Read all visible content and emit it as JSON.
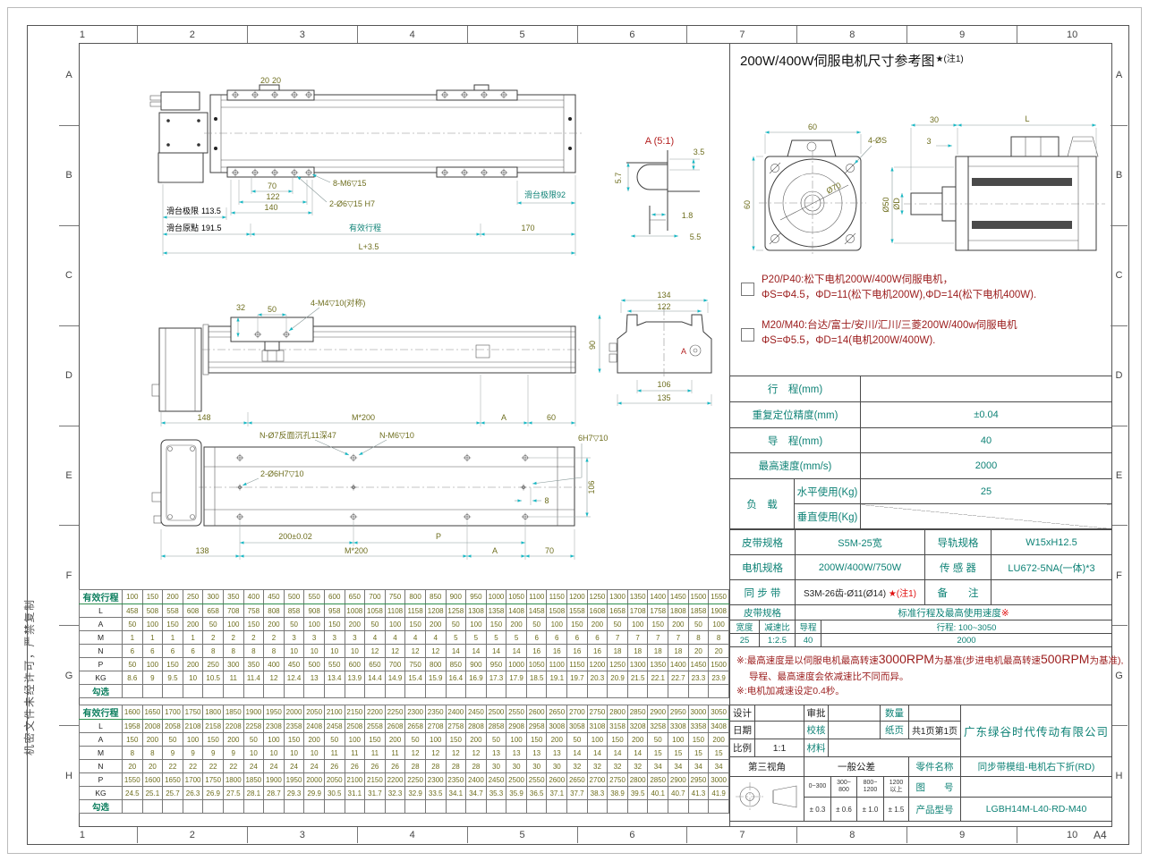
{
  "sheet": {
    "paper": "A4",
    "cols": [
      "1",
      "2",
      "3",
      "4",
      "5",
      "6",
      "7",
      "8",
      "9",
      "10"
    ],
    "rows": [
      "A",
      "B",
      "C",
      "D",
      "E",
      "F",
      "G",
      "H"
    ],
    "watermark": "机密文件未经许可，严禁复制"
  },
  "views": {
    "side": {
      "d20a": "20",
      "d20b": "20",
      "d70": "70",
      "d122": "122",
      "d140": "140",
      "holes_top": "8-M6▽15",
      "holes_pin": "2-Ø6▽15 H7",
      "limit_l": "滑台极限",
      "limit_l_v": "113.5",
      "origin": "滑台原點",
      "origin_v": "191.5",
      "stroke": "有效行程",
      "limit_r": "滑台极限92",
      "d170": "170",
      "total": "L+3.5"
    },
    "sectionA": {
      "title": "A (5:1)",
      "d35": "3.5",
      "d57": "5.7",
      "d18": "1.8",
      "d55": "5.5"
    },
    "top": {
      "d32": "32",
      "d50": "50",
      "holes": "4-M4▽10(对称)",
      "d148": "148",
      "m200": "M*200",
      "dA": "A",
      "d60": "60"
    },
    "section": {
      "d134": "134",
      "d122": "122",
      "d106": "106",
      "d135": "135",
      "d90": "90",
      "label": "A"
    },
    "bottom": {
      "holes_back": "N-Ø7反面沉孔11深47",
      "holes_m6": "N-M6▽10",
      "holes_pin": "2-Ø6H7▽10",
      "pin_r": "6H7▽10",
      "d106": "106",
      "d8": "8",
      "d200": "200±0.02",
      "dP": "P",
      "m200": "M*200",
      "d138": "138",
      "dA": "A",
      "d70": "70"
    }
  },
  "motor_ref": {
    "title": "200W/400W伺服电机尺寸参考图",
    "star": "★(注1)",
    "d60t": "60",
    "d60l": "60",
    "holes": "4-ØS",
    "pilot": "Ø70",
    "d30": "30",
    "d3": "3",
    "dL": "L",
    "d50": "Ø50",
    "dD": "ØD",
    "notes": [
      {
        "l1": "P20/P40:松下电机200W/400W伺服电机，",
        "l2": "ΦS=Φ4.5，ΦD=11(松下电机200W),ΦD=14(松下电机400W)."
      },
      {
        "l1": "M20/M40:台达/富士/安川/汇川/三菱200W/400w伺服电机",
        "l2": "ΦS=Φ5.5，ΦD=14(电机200W/400W)."
      }
    ]
  },
  "spec": {
    "stroke_label": "行　程(mm)",
    "stroke_value": "",
    "repeat_label": "重复定位精度(mm)",
    "repeat_value": "±0.04",
    "lead_label": "导　程(mm)",
    "lead_value": "40",
    "speed_label": "最高速度(mm/s)",
    "speed_value": "2000",
    "load_label": "负　载",
    "load_h_label": "水平使用(Kg)",
    "load_h_value": "25",
    "load_v_label": "垂直使用(Kg)",
    "load_v_value": "",
    "belt_label": "皮带规格",
    "belt_value": "S5M-25宽",
    "rail_label": "导轨规格",
    "rail_value": "W15xH12.5",
    "motor_label": "电机规格",
    "motor_value": "200W/400W/750W",
    "sensor_label": "传 感 器",
    "sensor_value": "LU672-5NA(一体)*3",
    "timing_label": "同 步 带",
    "timing_value": "S3M-26齿-Ø11(Ø14)",
    "timing_star": "★(注1)",
    "remark_label": "备　　注",
    "remark_value": ""
  },
  "speed_table": {
    "h1": "皮带规格",
    "h2": "标准行程及最高使用速度",
    "h2_mark": "※",
    "c1": "宽度",
    "c2": "减速比",
    "c3": "导程",
    "c4": "行程: 100~3050",
    "v1": "25",
    "v2": "1:2.5",
    "v3": "40",
    "v4": "2000"
  },
  "notes": {
    "n1a": "※:最高速度是以伺服电机最高转速",
    "n1b": "3000RPM",
    "n1c": "为基准(步进电机最高转速",
    "n1d": "500RPM",
    "n1e": "为基准),",
    "n2": "导程、最高速度会依减速比不同而异。",
    "n3": "※:电机加减速设定0.4秒。"
  },
  "titleblock": {
    "design": "设计",
    "approve": "审批",
    "qty": "数量",
    "date": "日期",
    "check": "校核",
    "pages": "纸页",
    "pages_value": "共1页第1页",
    "scale": "比例",
    "scale_value": "1:1",
    "material": "材料",
    "company": "广东绿谷时代传动有限公司",
    "angle": "第三视角",
    "tolerance": "一般公差",
    "part_label": "零件名称",
    "part_value": "同步带模组-电机右下折(RD)",
    "drawing_label": "图　　号",
    "drawing_value": "",
    "model_label": "产品型号",
    "model_value": "LGBH14M-L40-RD-M40",
    "tols": [
      {
        "a": "0~300",
        "b": ""
      },
      {
        "a": "300~",
        "b": "800"
      },
      {
        "a": "800~",
        "b": "1200"
      },
      {
        "a": "1200",
        "b": "以上"
      }
    ],
    "vals": [
      "± 0.3",
      "± 0.6",
      "± 1.0",
      "± 1.5"
    ]
  },
  "stroke_tables": [
    {
      "label": "有效行程",
      "check_label": "勾选",
      "strokes": [
        "100",
        "150",
        "200",
        "250",
        "300",
        "350",
        "400",
        "450",
        "500",
        "550",
        "600",
        "650",
        "700",
        "750",
        "800",
        "850",
        "900",
        "950",
        "1000",
        "1050",
        "1100",
        "1150",
        "1200",
        "1250",
        "1300",
        "1350",
        "1400",
        "1450",
        "1500",
        "1550"
      ],
      "rows": [
        {
          "label": "L",
          "values": [
            "458",
            "508",
            "558",
            "608",
            "658",
            "708",
            "758",
            "808",
            "858",
            "908",
            "958",
            "1008",
            "1058",
            "1108",
            "1158",
            "1208",
            "1258",
            "1308",
            "1358",
            "1408",
            "1458",
            "1508",
            "1558",
            "1608",
            "1658",
            "1708",
            "1758",
            "1808",
            "1858",
            "1908"
          ]
        },
        {
          "label": "A",
          "values": [
            "50",
            "100",
            "150",
            "200",
            "50",
            "100",
            "150",
            "200",
            "50",
            "100",
            "150",
            "200",
            "50",
            "100",
            "150",
            "200",
            "50",
            "100",
            "150",
            "200",
            "50",
            "100",
            "150",
            "200",
            "50",
            "100",
            "150",
            "200",
            "50",
            "100"
          ]
        },
        {
          "label": "M",
          "values": [
            "1",
            "1",
            "1",
            "1",
            "2",
            "2",
            "2",
            "2",
            "3",
            "3",
            "3",
            "3",
            "4",
            "4",
            "4",
            "4",
            "5",
            "5",
            "5",
            "5",
            "6",
            "6",
            "6",
            "6",
            "7",
            "7",
            "7",
            "7",
            "8",
            "8"
          ]
        },
        {
          "label": "N",
          "values": [
            "6",
            "6",
            "6",
            "6",
            "8",
            "8",
            "8",
            "8",
            "10",
            "10",
            "10",
            "10",
            "12",
            "12",
            "12",
            "12",
            "14",
            "14",
            "14",
            "14",
            "16",
            "16",
            "16",
            "16",
            "18",
            "18",
            "18",
            "18",
            "20",
            "20"
          ]
        },
        {
          "label": "P",
          "values": [
            "50",
            "100",
            "150",
            "200",
            "250",
            "300",
            "350",
            "400",
            "450",
            "500",
            "550",
            "600",
            "650",
            "700",
            "750",
            "800",
            "850",
            "900",
            "950",
            "1000",
            "1050",
            "1100",
            "1150",
            "1200",
            "1250",
            "1300",
            "1350",
            "1400",
            "1450",
            "1500"
          ]
        },
        {
          "label": "KG",
          "values": [
            "8.6",
            "9",
            "9.5",
            "10",
            "10.5",
            "11",
            "11.4",
            "12",
            "12.4",
            "13",
            "13.4",
            "13.9",
            "14.4",
            "14.9",
            "15.4",
            "15.9",
            "16.4",
            "16.9",
            "17.3",
            "17.9",
            "18.5",
            "19.1",
            "19.7",
            "20.3",
            "20.9",
            "21.5",
            "22.1",
            "22.7",
            "23.3",
            "23.9"
          ]
        }
      ]
    },
    {
      "label": "有效行程",
      "check_label": "勾选",
      "strokes": [
        "1600",
        "1650",
        "1700",
        "1750",
        "1800",
        "1850",
        "1900",
        "1950",
        "2000",
        "2050",
        "2100",
        "2150",
        "2200",
        "2250",
        "2300",
        "2350",
        "2400",
        "2450",
        "2500",
        "2550",
        "2600",
        "2650",
        "2700",
        "2750",
        "2800",
        "2850",
        "2900",
        "2950",
        "3000",
        "3050"
      ],
      "rows": [
        {
          "label": "L",
          "values": [
            "1958",
            "2008",
            "2058",
            "2108",
            "2158",
            "2208",
            "2258",
            "2308",
            "2358",
            "2408",
            "2458",
            "2508",
            "2558",
            "2608",
            "2658",
            "2708",
            "2758",
            "2808",
            "2858",
            "2908",
            "2958",
            "3008",
            "3058",
            "3108",
            "3158",
            "3208",
            "3258",
            "3308",
            "3358",
            "3408"
          ]
        },
        {
          "label": "A",
          "values": [
            "150",
            "200",
            "50",
            "100",
            "150",
            "200",
            "50",
            "100",
            "150",
            "200",
            "50",
            "100",
            "150",
            "200",
            "50",
            "100",
            "150",
            "200",
            "50",
            "100",
            "150",
            "200",
            "50",
            "100",
            "150",
            "200",
            "50",
            "100",
            "150",
            "200"
          ]
        },
        {
          "label": "M",
          "values": [
            "8",
            "8",
            "9",
            "9",
            "9",
            "9",
            "10",
            "10",
            "10",
            "10",
            "11",
            "11",
            "11",
            "11",
            "12",
            "12",
            "12",
            "12",
            "13",
            "13",
            "13",
            "13",
            "14",
            "14",
            "14",
            "14",
            "15",
            "15",
            "15",
            "15"
          ]
        },
        {
          "label": "N",
          "values": [
            "20",
            "20",
            "22",
            "22",
            "22",
            "22",
            "24",
            "24",
            "24",
            "24",
            "26",
            "26",
            "26",
            "26",
            "28",
            "28",
            "28",
            "28",
            "30",
            "30",
            "30",
            "30",
            "32",
            "32",
            "32",
            "32",
            "34",
            "34",
            "34",
            "34"
          ]
        },
        {
          "label": "P",
          "values": [
            "1550",
            "1600",
            "1650",
            "1700",
            "1750",
            "1800",
            "1850",
            "1900",
            "1950",
            "2000",
            "2050",
            "2100",
            "2150",
            "2200",
            "2250",
            "2300",
            "2350",
            "2400",
            "2450",
            "2500",
            "2550",
            "2600",
            "2650",
            "2700",
            "2750",
            "2800",
            "2850",
            "2900",
            "2950",
            "3000"
          ]
        },
        {
          "label": "KG",
          "values": [
            "24.5",
            "25.1",
            "25.7",
            "26.3",
            "26.9",
            "27.5",
            "28.1",
            "28.7",
            "29.3",
            "29.9",
            "30.5",
            "31.1",
            "31.7",
            "32.3",
            "32.9",
            "33.5",
            "34.1",
            "34.7",
            "35.3",
            "35.9",
            "36.5",
            "37.1",
            "37.7",
            "38.3",
            "38.9",
            "39.5",
            "40.1",
            "40.7",
            "41.3",
            "41.9"
          ]
        }
      ]
    }
  ]
}
